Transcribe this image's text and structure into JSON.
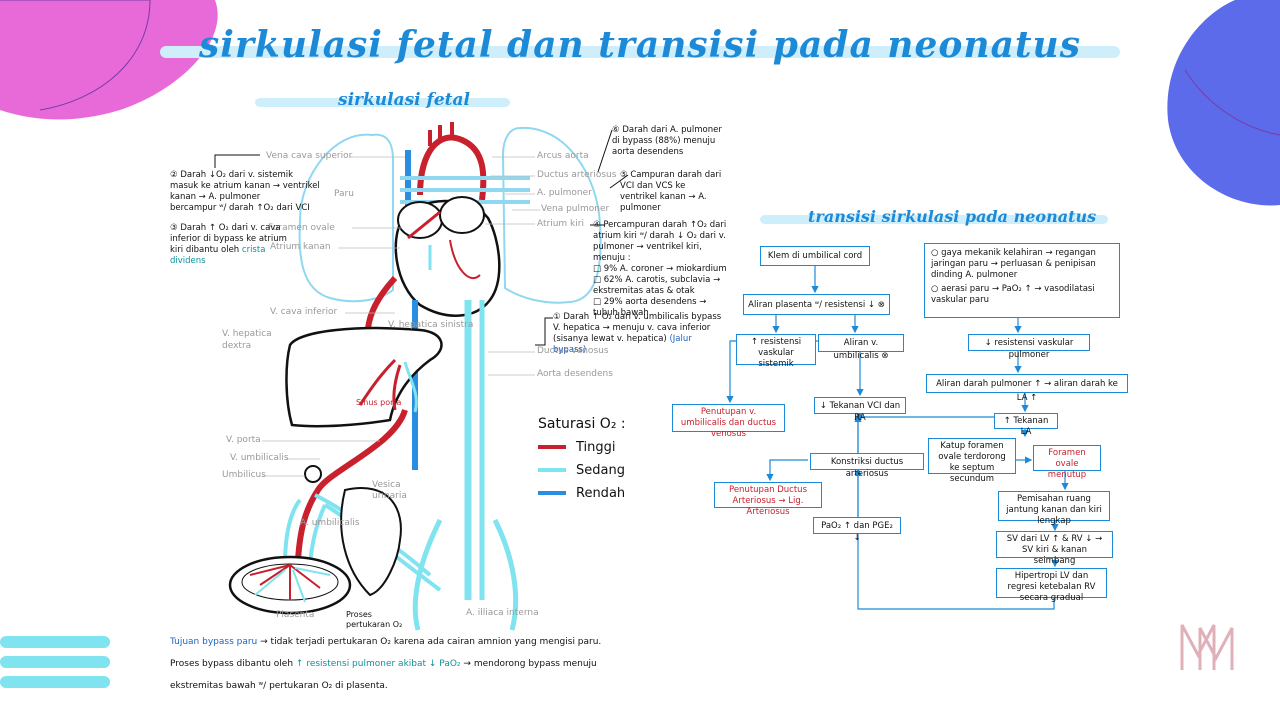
{
  "title": "sirkulasi fetal dan transisi pada neonatus",
  "fetal": {
    "subtitle": "sirkulasi fetal",
    "labels": {
      "vena_cava_superior": "Vena cava superior",
      "paru": "Paru",
      "foramen_ovale": "Foramen ovale",
      "atrium_kanan": "Atrium kanan",
      "arcus_aorta": "Arcus aorta",
      "ductus_arteriosus": "Ductus arteriosus",
      "a_pulmoner": "A. pulmoner",
      "vena_pulmoner": "Vena pulmoner",
      "atrium_kiri": "Atrium kiri",
      "v_cava_inferior": "V. cava inferior",
      "v_hepatica_sinistra": "V. hepatica sinistra",
      "v_hepatica_dextra": "V. hepatica dextra",
      "sinus_porta": "Sinus porta",
      "ductus_venosus": "Ductus venosus",
      "aorta_desendens": "Aorta desendens",
      "v_porta": "V. porta",
      "v_umbilicalis": "V. umbilicalis",
      "umbilicus": "Umbilicus",
      "vesica_urinaria": "Vesica urinaria",
      "a_umbilicalis": "A. umbilicalis",
      "plasenta": "Plasenta",
      "proses_pertukaran": "Proses pertukaran O₂",
      "a_illiaca_interna": "A. illiaca interna"
    },
    "notes": {
      "n2": "② Darah ↓O₂ dari v. sistemik masuk ke atrium kanan → ventrikel kanan → A. pulmoner",
      "n2b": "bercampur ʷ/ darah ↑O₂ dari VCI",
      "n3": "③ Darah ↑ O₂ dari v. cava inferior di bypass ke atrium kiri dibantu oleh",
      "n3_highlight": "crista dividens",
      "n6": "⑥ Darah dari A. pulmoner di bypass (88%) menuju aorta desendens",
      "n5": "⑤ Campuran darah dari VCI dan VCS ke ventrikel kanan → A. pulmoner",
      "n4": "④ Percampuran darah ↑O₂ dari atrium kiri ʷ/ darah ↓ O₂ dari v. pulmoner → ventrikel kiri, menuju :",
      "n4_items": [
        "□ 9% A. coroner → miokardium",
        "□ 62% A. carotis, subclavia → ekstremitas atas & otak",
        "□ 29% aorta desendens → tubuh bawah"
      ],
      "n1": "① Darah ↑ O₂ dari v. umbilicalis bypass V. hepatica → menuju v. cava inferior (sisanya lewat v. hepatica)",
      "n1_highlight": "(Jalur bypass)"
    },
    "legend": {
      "title": "Saturasi O₂ :",
      "items": [
        {
          "label": "Tinggi",
          "color": "#c8202c"
        },
        {
          "label": "Sedang",
          "color": "#7fe3f0"
        },
        {
          "label": "Rendah",
          "color": "#2a8ee0"
        }
      ]
    },
    "bottom_text": {
      "lead": "Tujuan bypass paru",
      "line1": "→ tidak terjadi pertukaran O₂ karena ada cairan amnion yang mengisi paru. Proses bypass dibantu oleh",
      "highlight": "↑ resistensi pulmoner akibat ↓ PaO₂",
      "line2": "→ mendorong bypass menuju ekstremitas bawah ʷ/ pertukaran O₂ di plasenta."
    }
  },
  "transition": {
    "subtitle": "transisi sirkulasi pada neonatus",
    "boxes": {
      "klem": "Klem di umbilical cord",
      "aliran_plasenta": "Aliran plasenta ʷ/ resistensi ↓ ⊗",
      "resistensi_vaskular": "↑ resistensi vaskular sistemik",
      "aliran_v_umb": "Aliran v. umbilicalis ⊗",
      "penutupan_umb": "Penutupan v. umbilicalis dan ductus venosus",
      "tekanan_vci": "↓ Tekanan VCI dan RA",
      "konstriksi": "Konstriksi ductus arteriosus",
      "penutupan_ductus": "Penutupan Ductus Arteriosus → Lig. Arteriosus",
      "pao2": "PaO₂ ↑ dan PGE₂ ↓",
      "gaya_mekanik": "○ gaya mekanik kelahiran → regangan jaringan paru → perluasan & penipisan dinding A. pulmoner",
      "aerasi": "○ aerasi paru → PaO₂ ↑ → vasodilatasi vaskular paru",
      "resistensi_pulmoner": "↓ resistensi vaskular pulmoner",
      "aliran_pulmoner": "Aliran darah pulmoner ↑ → aliran darah ke LA ↑",
      "tekanan_la": "↑ Tekanan LA",
      "katup": "Katup foramen ovale terdorong ke septum secundum",
      "foramen_menutup": "Foramen ovale menutup",
      "pemisahan": "Pemisahan ruang jantung kanan dan kiri lengkap",
      "sv": "SV dari LV ↑ & RV ↓ → SV kiri & kanan seimbang",
      "hipertropi": "Hipertropi LV dan regresi ketebalan RV secara gradual"
    }
  },
  "watermark": "MM",
  "colors": {
    "accent": "#1d8ad8",
    "highlight": "#cdeefa",
    "red": "#c8202c",
    "teal": "#10909c",
    "blob_pink": "#e86ad8",
    "blob_blue": "#5c6bea"
  }
}
